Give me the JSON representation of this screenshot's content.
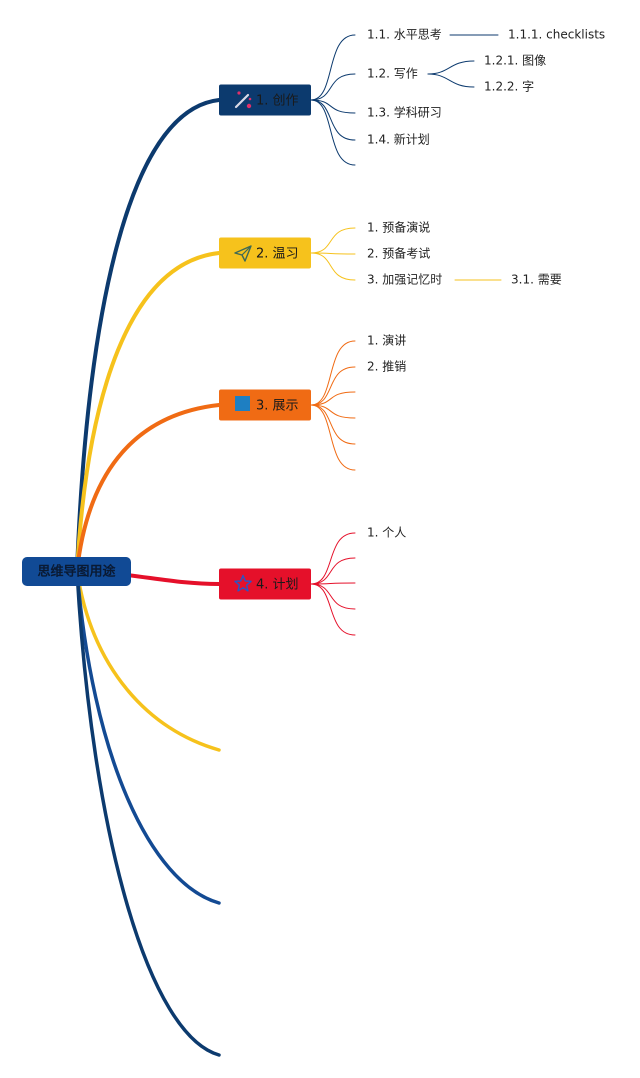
{
  "root": {
    "label": "思维导图用途",
    "color": "#114a95"
  },
  "branches": [
    {
      "label": "1. 创作",
      "color": "#0c3a6e",
      "icon": "wand-icon",
      "children": [
        {
          "label": "1.1. 水平思考",
          "children": [
            {
              "label": "1.1.1. checklists"
            }
          ]
        },
        {
          "label": "1.2. 写作",
          "children": [
            {
              "label": "1.2.1. 图像"
            },
            {
              "label": "1.2.2. 字"
            }
          ]
        },
        {
          "label": "1.3. 学科研习"
        },
        {
          "label": "1.4. 新计划"
        },
        {
          "label": ""
        }
      ]
    },
    {
      "label": "2. 温习",
      "color": "#f6c21c",
      "icon": "paper-plane-icon",
      "children": [
        {
          "label": "1. 预备演说"
        },
        {
          "label": "2. 预备考试"
        },
        {
          "label": "3. 加强记忆时",
          "children": [
            {
              "label": "3.1. 需要"
            }
          ]
        }
      ]
    },
    {
      "label": "3. 展示",
      "color": "#f06b14",
      "icon": "square-icon",
      "children": [
        {
          "label": "1. 演讲"
        },
        {
          "label": "2. 推销"
        },
        {
          "label": ""
        },
        {
          "label": ""
        },
        {
          "label": ""
        },
        {
          "label": ""
        }
      ]
    },
    {
      "label": "4. 计划",
      "color": "#e5102a",
      "icon": "star-icon",
      "children": [
        {
          "label": "1. 个人"
        },
        {
          "label": ""
        },
        {
          "label": ""
        },
        {
          "label": ""
        },
        {
          "label": ""
        }
      ]
    }
  ],
  "extra_branch_colors": [
    "#f6c21c",
    "#134a93",
    "#0c3a6e"
  ]
}
